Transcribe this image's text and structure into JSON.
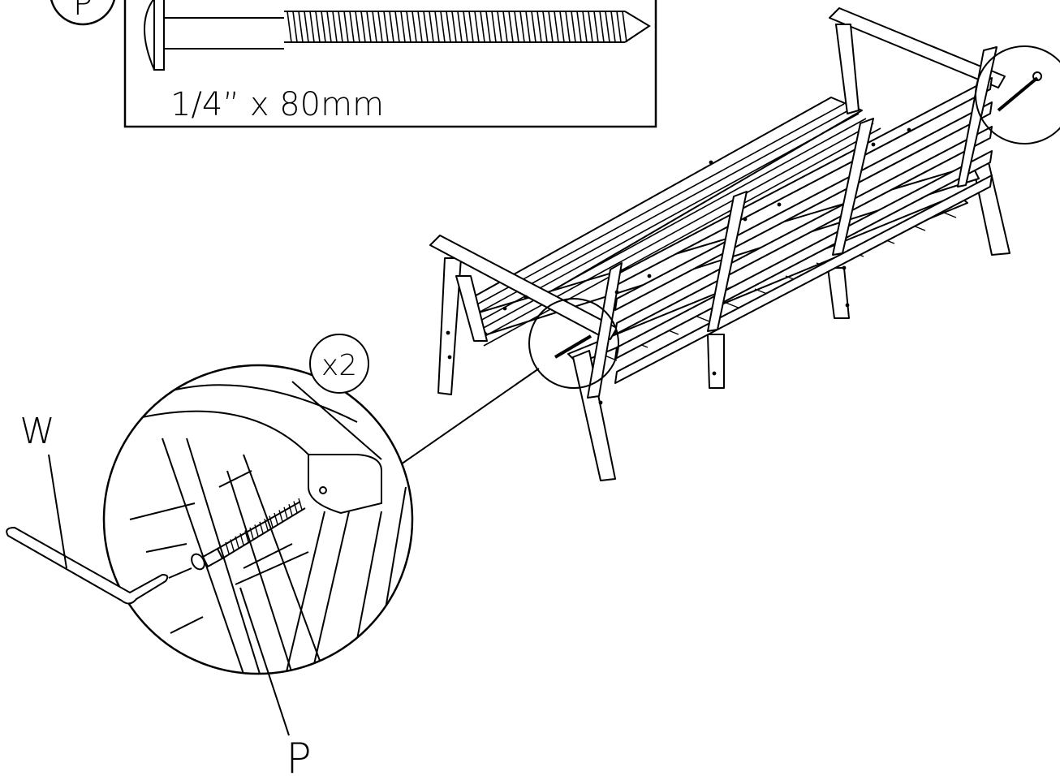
{
  "screw_box": {
    "part_letter": "P",
    "size_label": "1/4”  x  80mm",
    "icon": "lag-screw-icon"
  },
  "callout": {
    "quantity_label": "x2",
    "tool_label": "W",
    "part_label": "P",
    "tool_icon": "hex-key-icon",
    "screw_icon": "screw-icon"
  },
  "assembly": {
    "icon": "bench-icon"
  },
  "colors": {
    "ink": "#000000",
    "paper": "#ffffff"
  }
}
